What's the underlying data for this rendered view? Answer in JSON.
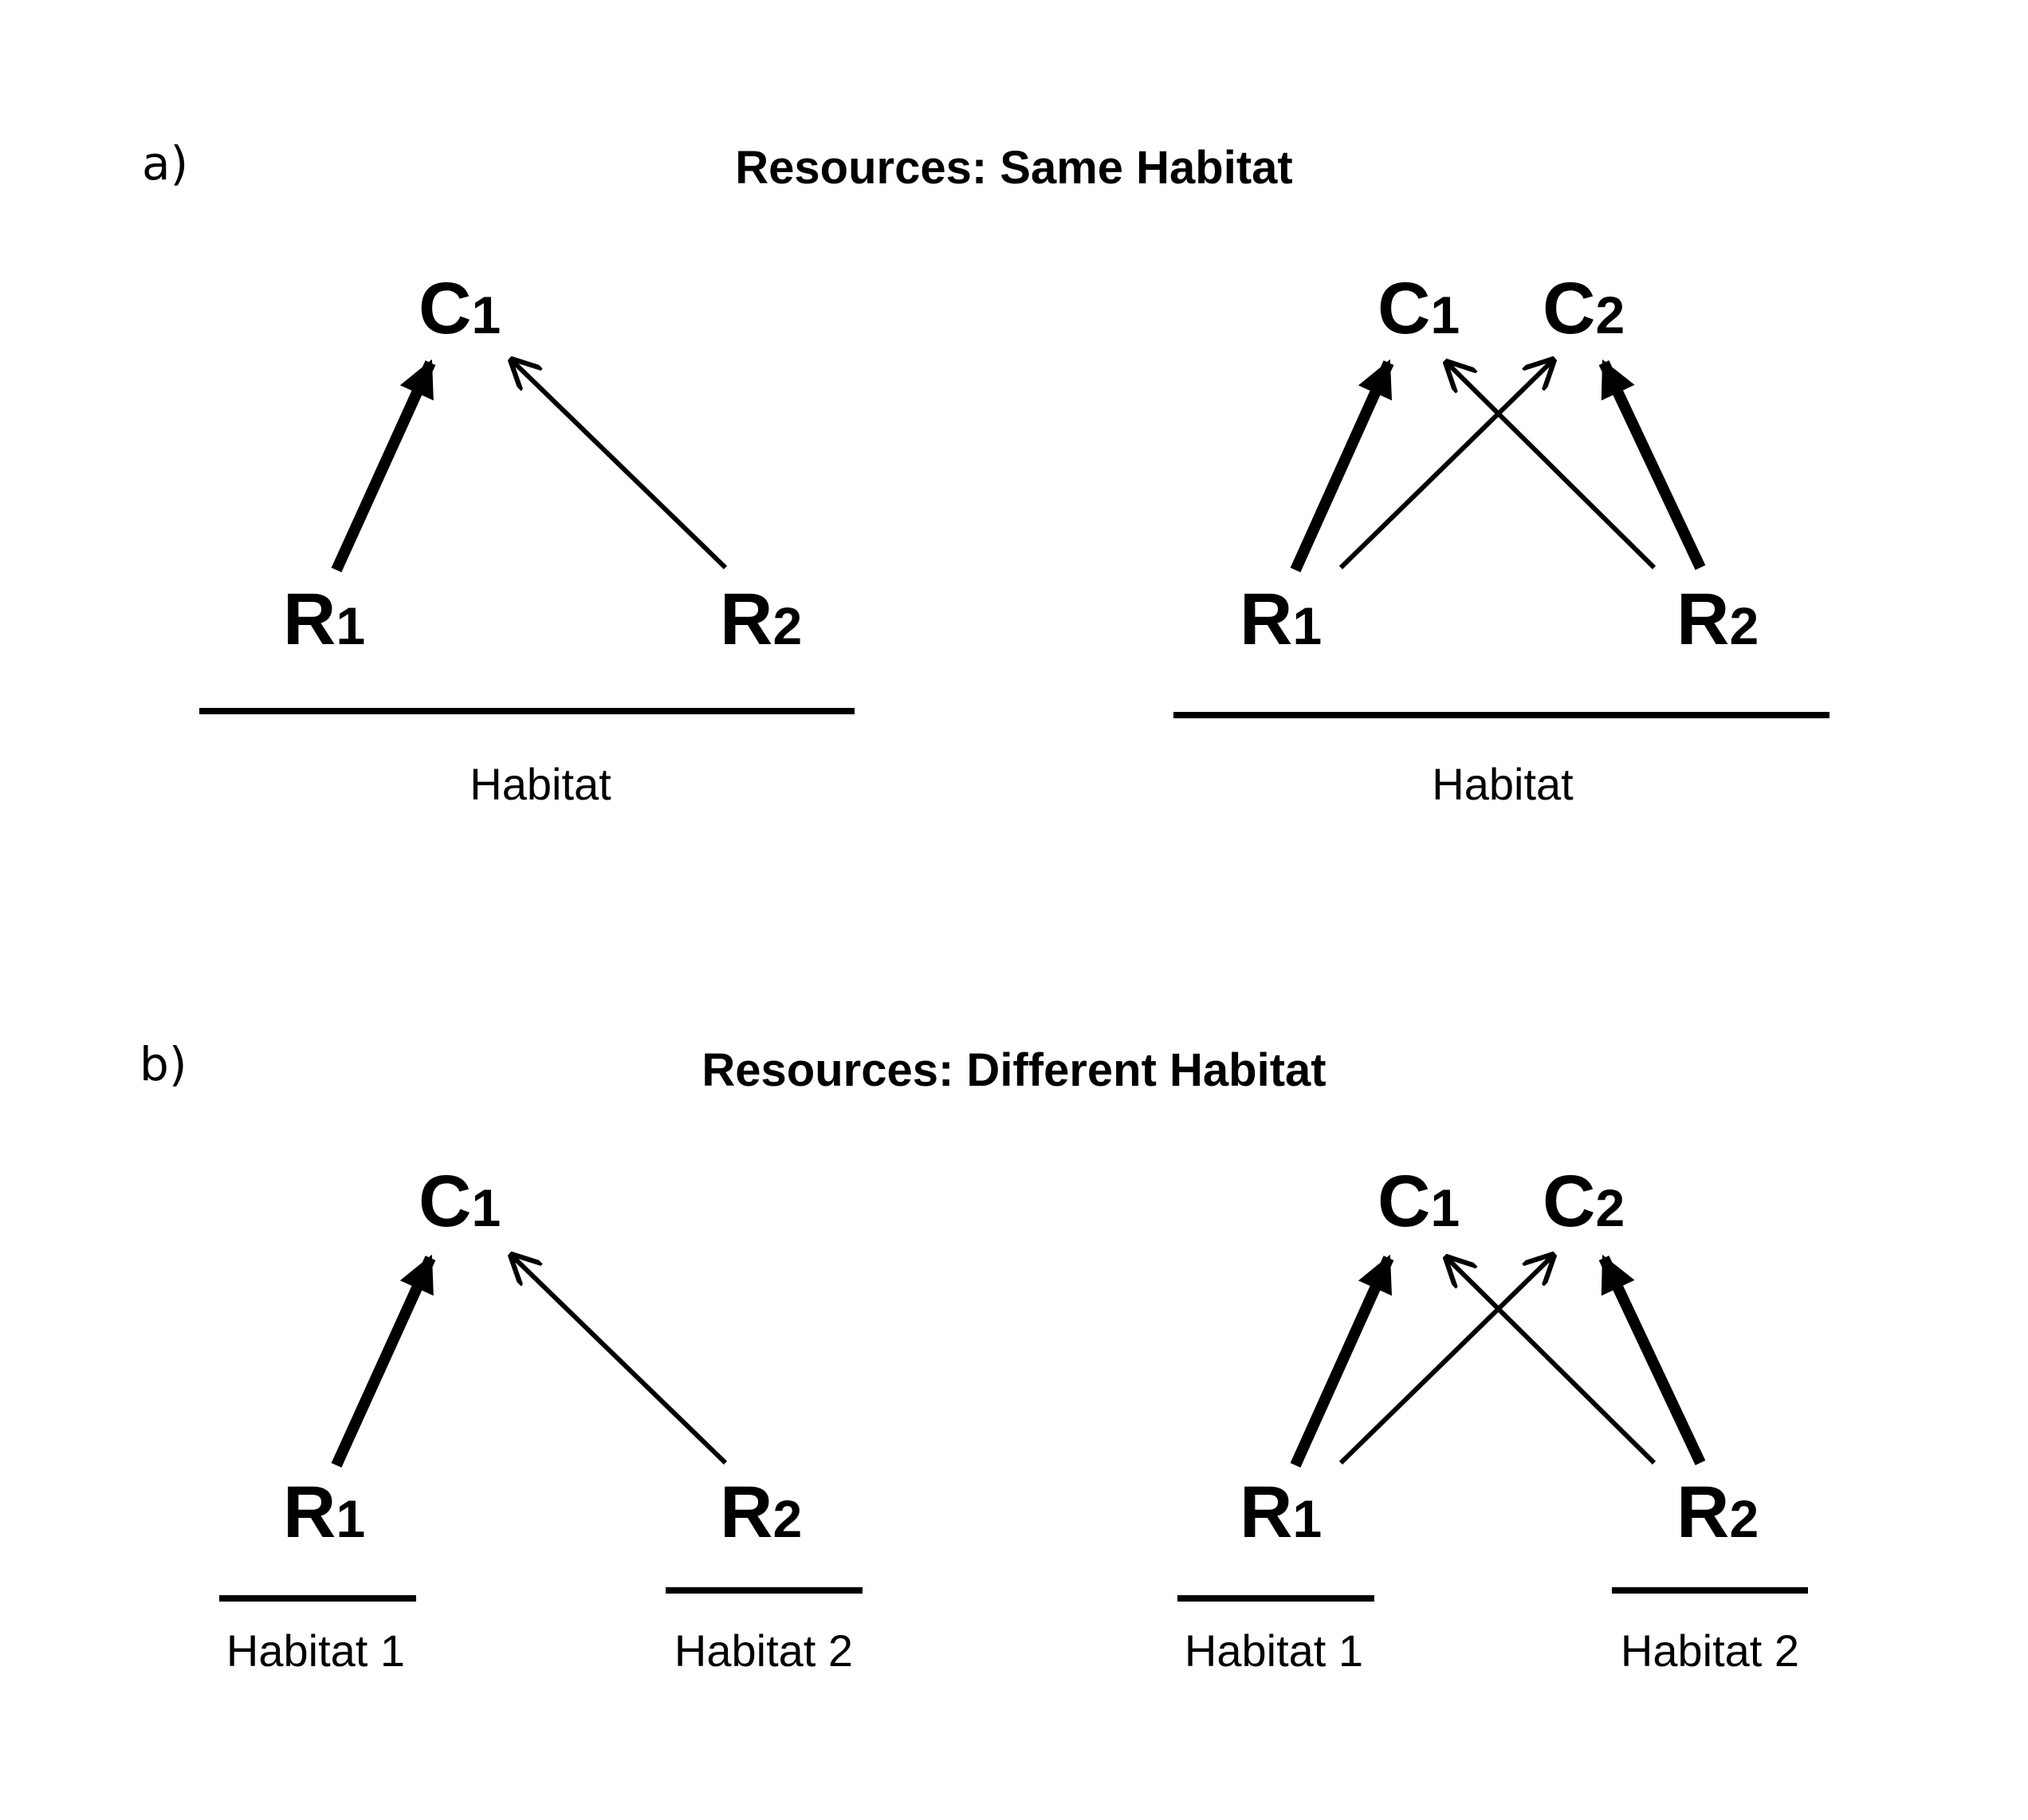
{
  "panels": {
    "a": {
      "label": "a)",
      "title": "Resources: Same Habitat",
      "left": {
        "consumers": [
          {
            "letter": "C",
            "sub": "1"
          }
        ],
        "resources": [
          {
            "letter": "R",
            "sub": "1"
          },
          {
            "letter": "R",
            "sub": "2"
          }
        ],
        "habitats": [
          "Habitat"
        ]
      },
      "right": {
        "consumers": [
          {
            "letter": "C",
            "sub": "1"
          },
          {
            "letter": "C",
            "sub": "2"
          }
        ],
        "resources": [
          {
            "letter": "R",
            "sub": "1"
          },
          {
            "letter": "R",
            "sub": "2"
          }
        ],
        "habitats": [
          "Habitat"
        ]
      }
    },
    "b": {
      "label": "b)",
      "title": "Resources: Different Habitat",
      "left": {
        "consumers": [
          {
            "letter": "C",
            "sub": "1"
          }
        ],
        "resources": [
          {
            "letter": "R",
            "sub": "1"
          },
          {
            "letter": "R",
            "sub": "2"
          }
        ],
        "habitats": [
          "Habitat 1",
          "Habitat 2"
        ]
      },
      "right": {
        "consumers": [
          {
            "letter": "C",
            "sub": "1"
          },
          {
            "letter": "C",
            "sub": "2"
          }
        ],
        "resources": [
          {
            "letter": "R",
            "sub": "1"
          },
          {
            "letter": "R",
            "sub": "2"
          }
        ],
        "habitats": [
          "Habitat 1",
          "Habitat 2"
        ]
      }
    }
  }
}
